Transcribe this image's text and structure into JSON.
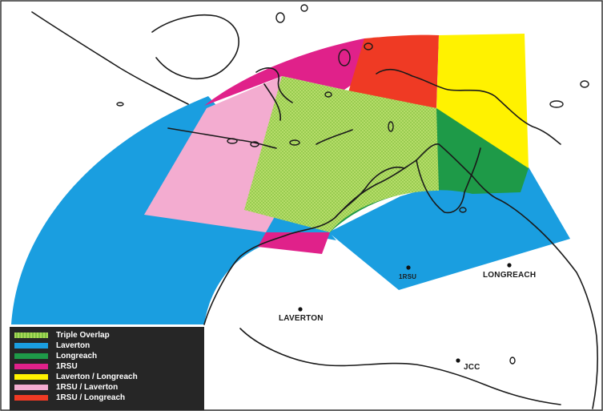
{
  "legend": {
    "items": [
      {
        "label": "Triple Overlap",
        "color": "#a8d858",
        "pattern": "checkered"
      },
      {
        "label": "Laverton",
        "color": "#1a9ee0"
      },
      {
        "label": "Longreach",
        "color": "#1e9a48"
      },
      {
        "label": "1RSU",
        "color": "#e0218a"
      },
      {
        "label": "Laverton / Longreach",
        "color": "#fff200"
      },
      {
        "label": "1RSU / Laverton",
        "color": "#f3acd0"
      },
      {
        "label": "1RSU / Longreach",
        "color": "#ef3a24"
      }
    ]
  },
  "sites": {
    "rsu": "1RSU",
    "longreach": "LONGREACH",
    "laverton": "LAVERTON",
    "jcc": "JCC"
  }
}
